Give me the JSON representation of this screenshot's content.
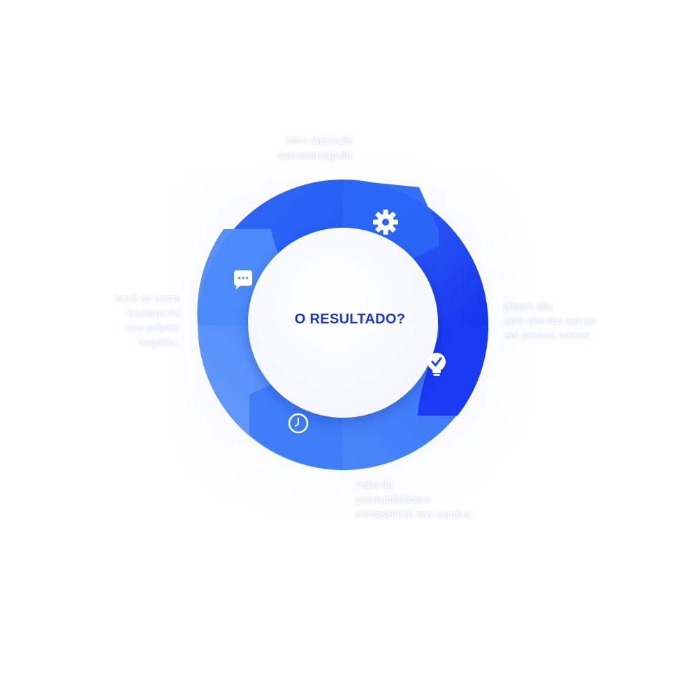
{
  "center_title": "O RESULTADO?",
  "segments": [
    {
      "id": "top",
      "icon": "gear-icon",
      "lines": [
        "Uma operação",
        "sobrecarregada;"
      ],
      "color": "#2a66f6"
    },
    {
      "id": "right",
      "icon": "lightbulb-check-icon",
      "lines": [
        "Churn alto",
        "com clientes saindo",
        "em poucos meses;"
      ],
      "color": "#1a45f2"
    },
    {
      "id": "bottom",
      "icon": "clock-icon",
      "lines": [
        "Falta de",
        "previsibilidade e",
        "consistência nas vendas;"
      ],
      "color": "#3f7ef8"
    },
    {
      "id": "left",
      "icon": "chat-bubble-icon",
      "lines": [
        "Você se torna",
        "escravo do",
        "seu próprio",
        "negócio."
      ],
      "color": "#5b95fa"
    }
  ]
}
